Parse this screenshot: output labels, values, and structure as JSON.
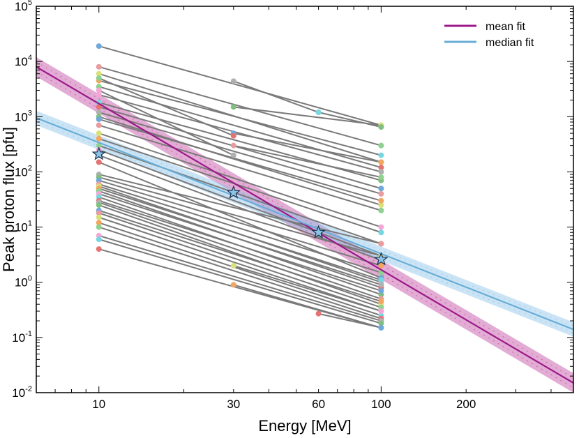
{
  "chart_data": {
    "type": "line",
    "xlabel": "Energy [MeV]",
    "ylabel": "Peak proton flux [pfu]",
    "x_scale": "log",
    "y_scale": "log",
    "xlim": [
      6,
      480
    ],
    "ylim": [
      0.01,
      100000
    ],
    "grid": false,
    "legend_position": "top-right",
    "x_ticks": [
      10,
      30,
      60,
      100,
      200
    ],
    "y_ticks": [
      {
        "base": "10",
        "exp": "-2",
        "value": 0.01
      },
      {
        "base": "10",
        "exp": "-1",
        "value": 0.1
      },
      {
        "base": "10",
        "exp": "0",
        "value": 1
      },
      {
        "base": "10",
        "exp": "1",
        "value": 10
      },
      {
        "base": "10",
        "exp": "2",
        "value": 100
      },
      {
        "base": "10",
        "exp": "3",
        "value": 1000
      },
      {
        "base": "10",
        "exp": "4",
        "value": 10000
      },
      {
        "base": "10",
        "exp": "5",
        "value": 100000
      }
    ],
    "legend": [
      {
        "label": "mean fit",
        "color": "#9b1a8a"
      },
      {
        "label": "median fit",
        "color": "#6aaed6"
      }
    ],
    "fits": [
      {
        "name": "mean fit",
        "color": "#9b1a8a",
        "band_color": "#c0479f",
        "x": [
          6,
          480
        ],
        "y": [
          8000,
          0.015
        ],
        "band_factor": 1.5
      },
      {
        "name": "median fit",
        "color": "#6aaed6",
        "band_color": "#8cc4e8",
        "x": [
          6,
          480
        ],
        "y": [
          950,
          0.14
        ],
        "band_factor": 1.35
      }
    ],
    "star_points": [
      {
        "x": 10,
        "y": 210
      },
      {
        "x": 30,
        "y": 42
      },
      {
        "x": 60,
        "y": 8
      },
      {
        "x": 100,
        "y": 2.6
      }
    ],
    "event_line_color": "#7a7a7a",
    "event_energies": [
      10,
      30,
      60,
      100
    ],
    "events": [
      [
        19000,
        null,
        null,
        700
      ],
      [
        8000,
        null,
        null,
        300
      ],
      [
        6000,
        null,
        null,
        150
      ],
      [
        4500,
        null,
        null,
        200
      ],
      [
        3500,
        null,
        null,
        120
      ],
      [
        2500,
        null,
        null,
        100
      ],
      [
        1800,
        null,
        null,
        70
      ],
      [
        1500,
        null,
        null,
        50
      ],
      [
        1200,
        null,
        null,
        40
      ],
      [
        1000,
        null,
        null,
        25
      ],
      [
        900,
        null,
        null,
        30
      ],
      [
        700,
        null,
        null,
        20
      ],
      [
        500,
        null,
        null,
        10
      ],
      [
        400,
        null,
        null,
        8
      ],
      [
        300,
        null,
        null,
        5
      ],
      [
        250,
        null,
        null,
        3
      ],
      [
        200,
        null,
        null,
        2.5
      ],
      [
        150,
        null,
        null,
        1.2
      ],
      [
        90,
        null,
        null,
        5
      ],
      [
        80,
        null,
        null,
        3
      ],
      [
        70,
        null,
        null,
        2
      ],
      [
        60,
        null,
        null,
        1.5
      ],
      [
        55,
        null,
        null,
        1
      ],
      [
        50,
        null,
        null,
        1.1
      ],
      [
        45,
        null,
        null,
        0.8
      ],
      [
        40,
        null,
        null,
        0.9
      ],
      [
        35,
        null,
        null,
        0.6
      ],
      [
        30,
        null,
        null,
        0.7
      ],
      [
        28,
        null,
        null,
        0.5
      ],
      [
        25,
        null,
        null,
        0.4
      ],
      [
        20,
        null,
        null,
        0.45
      ],
      [
        18,
        null,
        null,
        0.35
      ],
      [
        15,
        null,
        null,
        0.3
      ],
      [
        12,
        null,
        null,
        0.25
      ],
      [
        10,
        null,
        null,
        0.22
      ],
      [
        7,
        null,
        null,
        0.2
      ],
      [
        6,
        null,
        null,
        0.18
      ],
      [
        4,
        null,
        null,
        0.15
      ],
      [
        null,
        4400,
        1200,
        null
      ],
      [
        null,
        1500,
        null,
        700
      ],
      [
        null,
        500,
        null,
        150
      ],
      [
        null,
        300,
        null,
        80
      ],
      [
        null,
        2,
        null,
        0.3
      ],
      [
        null,
        0.9,
        null,
        0.15
      ],
      [
        5000,
        450,
        null,
        null
      ],
      [
        3000,
        200,
        null,
        null
      ],
      [
        null,
        null,
        1200,
        650
      ],
      [
        null,
        null,
        0.27,
        0.15
      ]
    ],
    "scatter_colors": [
      "#6fa8dc",
      "#e89ca0",
      "#d9e27a",
      "#f2a65e",
      "#8fd18f",
      "#f4a6d7",
      "#76d7e0",
      "#e57373",
      "#b0b0b0",
      "#7fbf7f"
    ]
  }
}
